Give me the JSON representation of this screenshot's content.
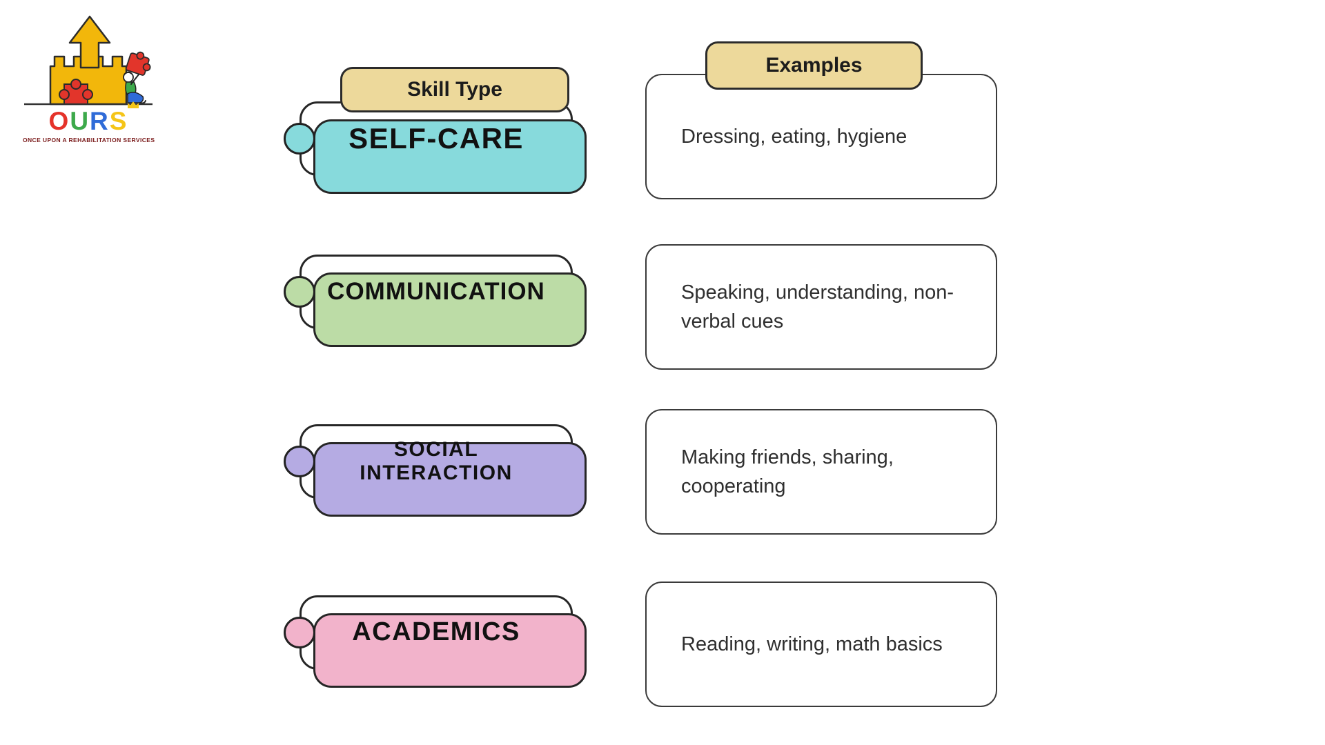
{
  "logo": {
    "brand": "OURS",
    "letters": [
      {
        "char": "O",
        "color": "#E5332A"
      },
      {
        "char": "U",
        "color": "#3DA94B"
      },
      {
        "char": "R",
        "color": "#2F6BD8"
      },
      {
        "char": "S",
        "color": "#F5C518"
      }
    ],
    "tagline": "ONCE UPON A REHABILITATION SERVICES",
    "castle_color": "#F2B70B",
    "puzzle_color": "#E2352B"
  },
  "table": {
    "skill_header": "Skill Type",
    "examples_header": "Examples",
    "header_fill": "#EDD99B",
    "rows": [
      {
        "skill": "SELF-CARE",
        "skill_line1": "SELF-CARE",
        "skill_line2": "",
        "example": "Dressing, eating, hygiene",
        "accent": "#87DADC"
      },
      {
        "skill": "COMMUNICATION",
        "skill_line1": "COMMUNICATION",
        "skill_line2": "",
        "example": "Speaking, understanding, non-verbal cues",
        "accent": "#BCDCA6"
      },
      {
        "skill": "SOCIAL INTERACTION",
        "skill_line1": "SOCIAL",
        "skill_line2": "INTERACTION",
        "example": "Making friends, sharing, cooperating",
        "accent": "#B5ABE3"
      },
      {
        "skill": "ACADEMICS",
        "skill_line1": "ACADEMICS",
        "skill_line2": "",
        "example": "Reading, writing, math basics",
        "accent": "#F2B3CB"
      }
    ]
  }
}
